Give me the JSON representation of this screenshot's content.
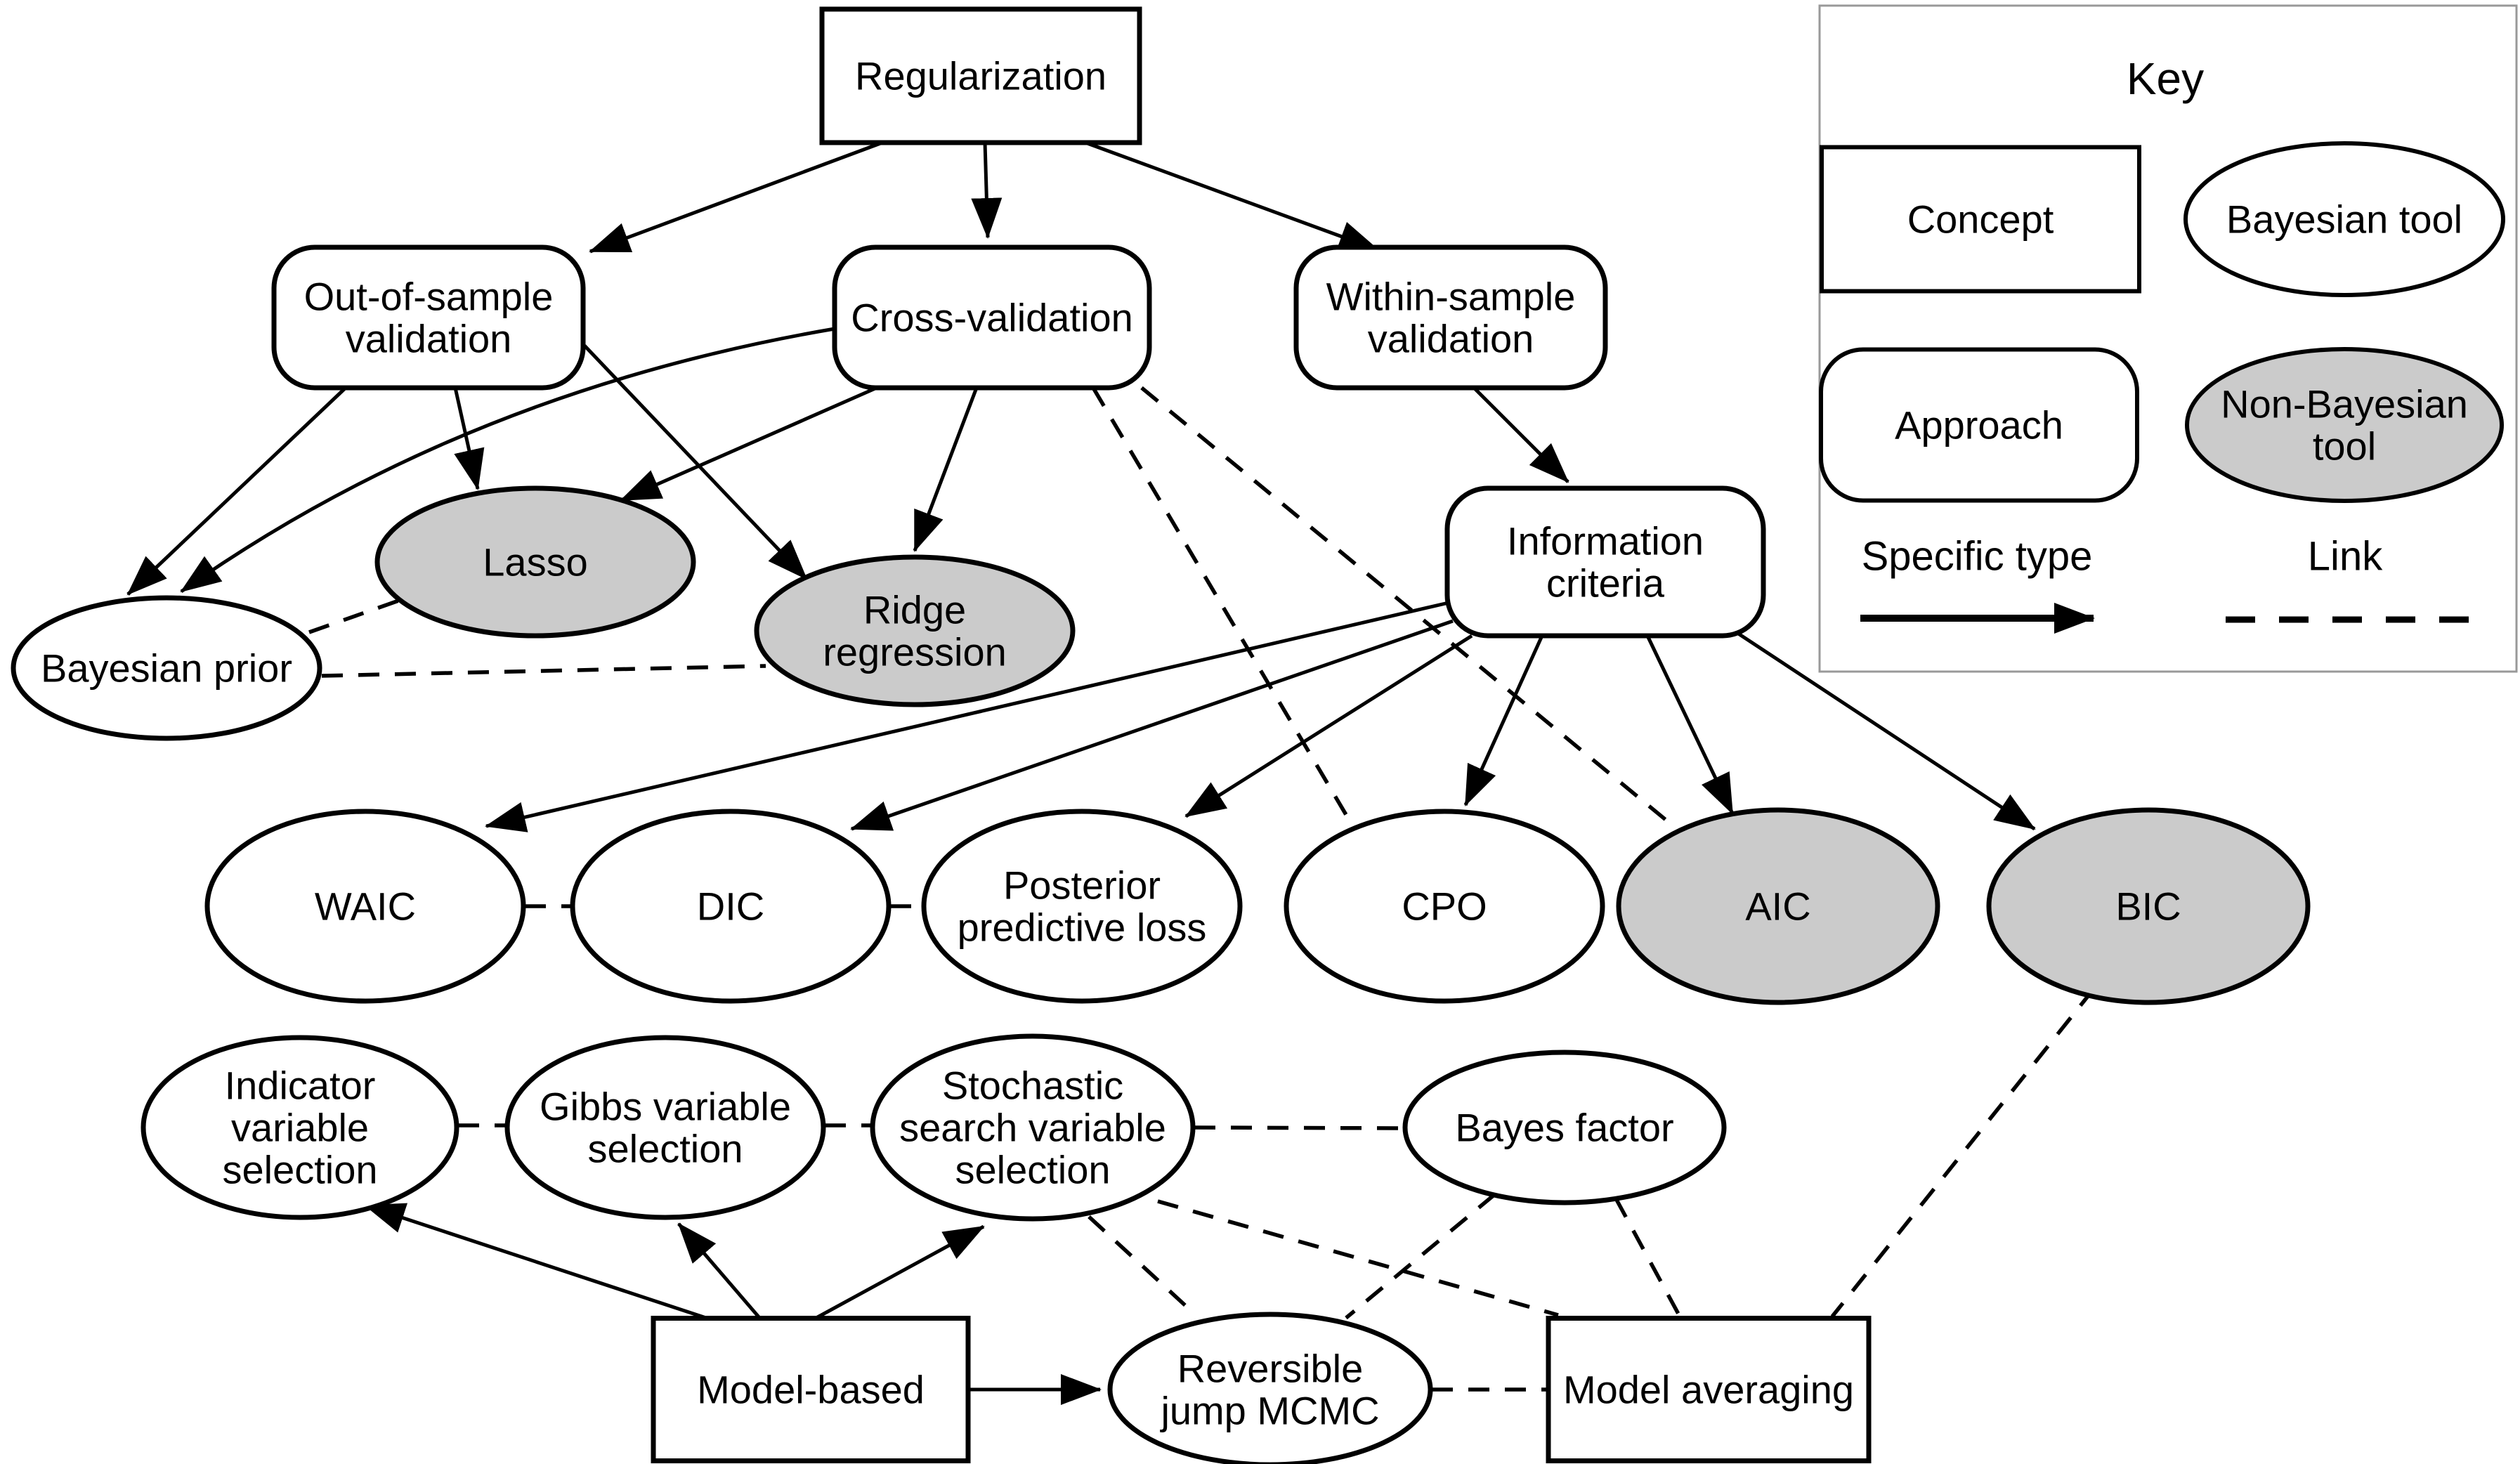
{
  "figure": {
    "description": "Concept diagram linking regularization approaches to Bayesian and non-Bayesian model selection tools",
    "colors": {
      "background": "#ffffff",
      "stroke": "#000000",
      "bayesian_tool_fill": "#ffffff",
      "non_bayesian_tool_fill": "#cbcbcb",
      "key_border": "#999999"
    },
    "nodes": [
      {
        "id": "regularization",
        "label": "Regularization",
        "lines": [
          "Regularization"
        ],
        "type": "concept"
      },
      {
        "id": "out_of_sample_validation",
        "label": "Out-of-sample validation",
        "lines": [
          "Out-of-sample",
          "validation"
        ],
        "type": "approach"
      },
      {
        "id": "cross_validation",
        "label": "Cross-validation",
        "lines": [
          "Cross-validation"
        ],
        "type": "approach"
      },
      {
        "id": "within_sample_validation",
        "label": "Within-sample validation",
        "lines": [
          "Within-sample",
          "validation"
        ],
        "type": "approach"
      },
      {
        "id": "bayesian_prior",
        "label": "Bayesian prior",
        "lines": [
          "Bayesian prior"
        ],
        "type": "bayesian-tool"
      },
      {
        "id": "lasso",
        "label": "Lasso",
        "lines": [
          "Lasso"
        ],
        "type": "non-bayesian-tool"
      },
      {
        "id": "ridge_regression",
        "label": "Ridge regression",
        "lines": [
          "Ridge",
          "regression"
        ],
        "type": "non-bayesian-tool"
      },
      {
        "id": "information_criteria",
        "label": "Information criteria",
        "lines": [
          "Information",
          "criteria"
        ],
        "type": "approach"
      },
      {
        "id": "waic",
        "label": "WAIC",
        "lines": [
          "WAIC"
        ],
        "type": "bayesian-tool"
      },
      {
        "id": "dic",
        "label": "DIC",
        "lines": [
          "DIC"
        ],
        "type": "bayesian-tool"
      },
      {
        "id": "posterior_predictive_loss",
        "label": "Posterior predictive loss",
        "lines": [
          "Posterior",
          "predictive loss"
        ],
        "type": "bayesian-tool"
      },
      {
        "id": "cpo",
        "label": "CPO",
        "lines": [
          "CPO"
        ],
        "type": "bayesian-tool"
      },
      {
        "id": "aic",
        "label": "AIC",
        "lines": [
          "AIC"
        ],
        "type": "non-bayesian-tool"
      },
      {
        "id": "bic",
        "label": "BIC",
        "lines": [
          "BIC"
        ],
        "type": "non-bayesian-tool"
      },
      {
        "id": "indicator_variable_selection",
        "label": "Indicator variable selection",
        "lines": [
          "Indicator",
          "variable",
          "selection"
        ],
        "type": "bayesian-tool"
      },
      {
        "id": "gibbs_variable_selection",
        "label": "Gibbs variable selection",
        "lines": [
          "Gibbs variable",
          "selection"
        ],
        "type": "bayesian-tool"
      },
      {
        "id": "stochastic_search_variable_selection",
        "label": "Stochastic search variable selection",
        "lines": [
          "Stochastic",
          "search variable",
          "selection"
        ],
        "type": "bayesian-tool"
      },
      {
        "id": "bayes_factor",
        "label": "Bayes factor",
        "lines": [
          "Bayes factor"
        ],
        "type": "bayesian-tool"
      },
      {
        "id": "model_based",
        "label": "Model-based",
        "lines": [
          "Model-based"
        ],
        "type": "concept"
      },
      {
        "id": "reversible_jump_mcmc",
        "label": "Reversible jump MCMC",
        "lines": [
          "Reversible",
          "jump MCMC"
        ],
        "type": "bayesian-tool"
      },
      {
        "id": "model_averaging",
        "label": "Model averaging",
        "lines": [
          "Model averaging"
        ],
        "type": "concept"
      }
    ],
    "edges": [
      {
        "from": "regularization",
        "to": "out_of_sample_validation",
        "type": "specific-type"
      },
      {
        "from": "regularization",
        "to": "cross_validation",
        "type": "specific-type"
      },
      {
        "from": "regularization",
        "to": "within_sample_validation",
        "type": "specific-type"
      },
      {
        "from": "out_of_sample_validation",
        "to": "bayesian_prior",
        "type": "specific-type"
      },
      {
        "from": "out_of_sample_validation",
        "to": "lasso",
        "type": "specific-type"
      },
      {
        "from": "out_of_sample_validation",
        "to": "ridge_regression",
        "type": "specific-type"
      },
      {
        "from": "cross_validation",
        "to": "bayesian_prior",
        "type": "specific-type"
      },
      {
        "from": "cross_validation",
        "to": "lasso",
        "type": "specific-type"
      },
      {
        "from": "cross_validation",
        "to": "ridge_regression",
        "type": "specific-type"
      },
      {
        "from": "within_sample_validation",
        "to": "information_criteria",
        "type": "specific-type"
      },
      {
        "from": "information_criteria",
        "to": "waic",
        "type": "specific-type"
      },
      {
        "from": "information_criteria",
        "to": "dic",
        "type": "specific-type"
      },
      {
        "from": "information_criteria",
        "to": "posterior_predictive_loss",
        "type": "specific-type"
      },
      {
        "from": "information_criteria",
        "to": "cpo",
        "type": "specific-type"
      },
      {
        "from": "information_criteria",
        "to": "aic",
        "type": "specific-type"
      },
      {
        "from": "information_criteria",
        "to": "bic",
        "type": "specific-type"
      },
      {
        "from": "model_based",
        "to": "indicator_variable_selection",
        "type": "specific-type"
      },
      {
        "from": "model_based",
        "to": "gibbs_variable_selection",
        "type": "specific-type"
      },
      {
        "from": "model_based",
        "to": "stochastic_search_variable_selection",
        "type": "specific-type"
      },
      {
        "from": "model_based",
        "to": "reversible_jump_mcmc",
        "type": "specific-type"
      },
      {
        "from": "bayesian_prior",
        "to": "lasso",
        "type": "link"
      },
      {
        "from": "bayesian_prior",
        "to": "ridge_regression",
        "type": "link"
      },
      {
        "from": "waic",
        "to": "dic",
        "type": "link"
      },
      {
        "from": "dic",
        "to": "posterior_predictive_loss",
        "type": "link"
      },
      {
        "from": "cross_validation",
        "to": "cpo",
        "type": "link"
      },
      {
        "from": "cross_validation",
        "to": "aic",
        "type": "link"
      },
      {
        "from": "bic",
        "to": "model_averaging",
        "type": "link"
      },
      {
        "from": "indicator_variable_selection",
        "to": "gibbs_variable_selection",
        "type": "link"
      },
      {
        "from": "gibbs_variable_selection",
        "to": "stochastic_search_variable_selection",
        "type": "link"
      },
      {
        "from": "stochastic_search_variable_selection",
        "to": "bayes_factor",
        "type": "link"
      },
      {
        "from": "stochastic_search_variable_selection",
        "to": "reversible_jump_mcmc",
        "type": "link"
      },
      {
        "from": "stochastic_search_variable_selection",
        "to": "model_averaging",
        "type": "link"
      },
      {
        "from": "bayes_factor",
        "to": "reversible_jump_mcmc",
        "type": "link"
      },
      {
        "from": "bayes_factor",
        "to": "model_averaging",
        "type": "link"
      },
      {
        "from": "reversible_jump_mcmc",
        "to": "model_averaging",
        "type": "link"
      }
    ],
    "key": {
      "title": "Key",
      "items": [
        {
          "label": "Concept",
          "lines": [
            "Concept"
          ],
          "symbol": "rect"
        },
        {
          "label": "Bayesian tool",
          "lines": [
            "Bayesian tool"
          ],
          "symbol": "ellipse"
        },
        {
          "label": "Approach",
          "lines": [
            "Approach"
          ],
          "symbol": "rounded-rect"
        },
        {
          "label": "Non-Bayesian tool",
          "lines": [
            "Non-Bayesian",
            "tool"
          ],
          "symbol": "ellipse-gray"
        },
        {
          "label": "Specific type",
          "lines": [
            "Specific type"
          ],
          "symbol": "solid-arrow"
        },
        {
          "label": "Link",
          "lines": [
            "Link"
          ],
          "symbol": "dashed-line"
        }
      ]
    }
  }
}
